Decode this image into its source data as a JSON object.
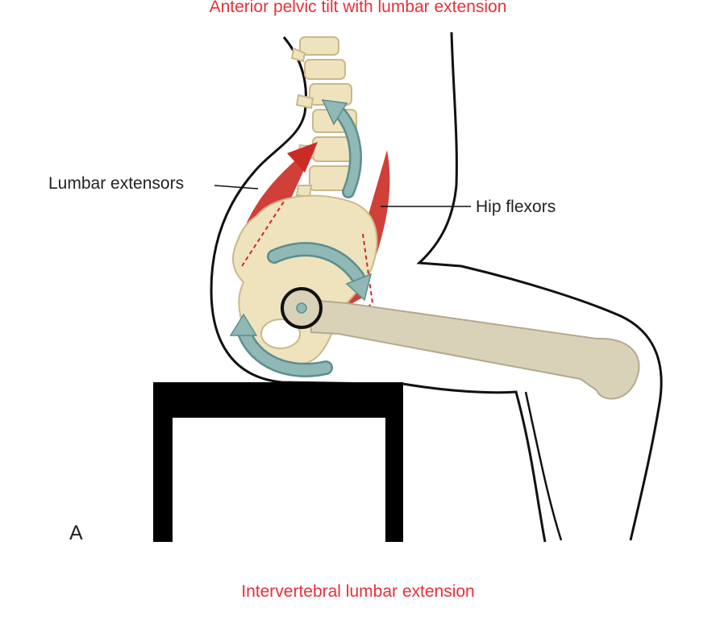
{
  "title_top": "Anterior pelvic tilt with lumbar extension",
  "title_bottom": "Intervertebral lumbar extension",
  "labels": {
    "lumbar_extensors": "Lumbar extensors",
    "hip_flexors": "Hip flexors"
  },
  "panel_letter": "A",
  "colors": {
    "title": "#e8303a",
    "label": "#222222",
    "bone": "#efe3bd",
    "bone_outline": "#c9b98a",
    "femur": "#d9d1b8",
    "muscle": "#cc2a24",
    "muscle_light": "#e07a6e",
    "arrow": "#8fb8b7",
    "arrow_outline": "#5c8e8d",
    "outline": "#111111",
    "chair": "#000000"
  }
}
